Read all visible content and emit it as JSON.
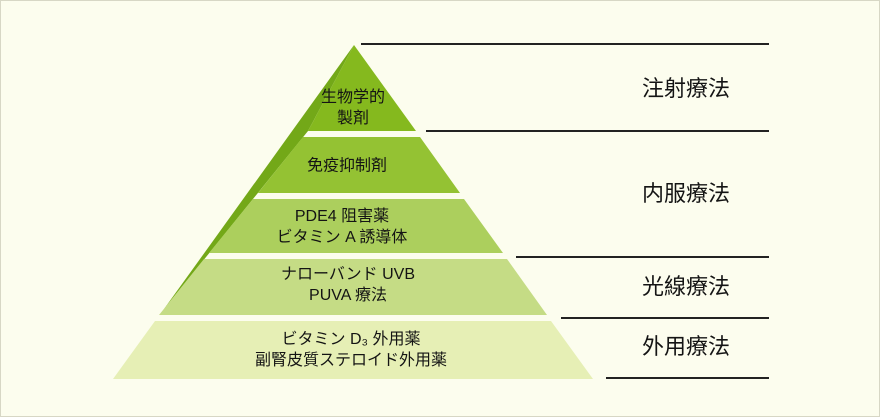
{
  "figure": {
    "title": "treatment-pyramid",
    "styles": {
      "background": "#fcfdee",
      "border_color": "#d7d7c5",
      "line_color": "#222222",
      "text_color": "#141414",
      "stripe_color": "#73a818"
    },
    "pyramid": {
      "levels": [
        {
          "id": 1,
          "label": "生物学的\n製剤",
          "color": "#85b91e"
        },
        {
          "id": 2,
          "label": "免疫抑制剤",
          "color": "#94c233"
        },
        {
          "id": 3,
          "label": "PDE4 阻害薬\nビタミン A 誘導体",
          "color": "#accf5d"
        },
        {
          "id": 4,
          "label": "ナローバンド UVB\nPUVA 療法",
          "color": "#c5dc85"
        },
        {
          "id": 5,
          "label": "ビタミン D₃ 外用薬\n副腎皮質ステロイド外用薬",
          "color": "#e6efb5"
        }
      ]
    },
    "categories": [
      {
        "label": "注射療法"
      },
      {
        "label": "内服療法"
      },
      {
        "label": "光線療法"
      },
      {
        "label": "外用療法"
      }
    ]
  }
}
